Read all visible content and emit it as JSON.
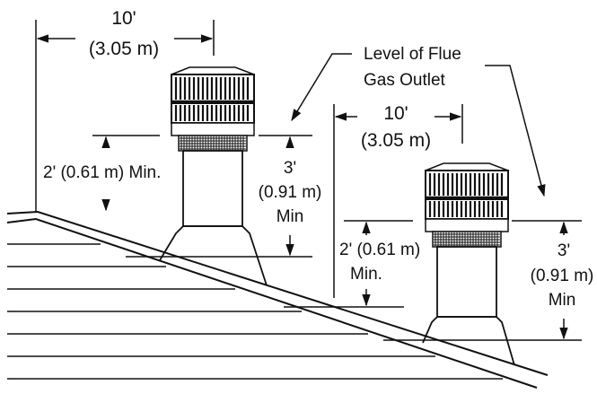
{
  "labels": {
    "left_spacing_ft": "10'",
    "left_spacing_m": "(3.05 m)",
    "left_ridge_ft_m": "2' (0.61 m) Min.",
    "left_height_ft": "3'",
    "left_height_m": "(0.91 m)",
    "left_height_min": "Min",
    "level_line1": "Level of Flue",
    "level_line2": "Gas Outlet",
    "right_spacing_ft": "10'",
    "right_spacing_m": "(3.05 m)",
    "right_ridge_ft_m": "2' (0.61 m)",
    "right_ridge_min": "Min.",
    "right_height_ft": "3'",
    "right_height_m": "(0.91 m)",
    "right_height_min": "Min"
  },
  "colors": {
    "line": "#111111",
    "background": "#ffffff"
  }
}
